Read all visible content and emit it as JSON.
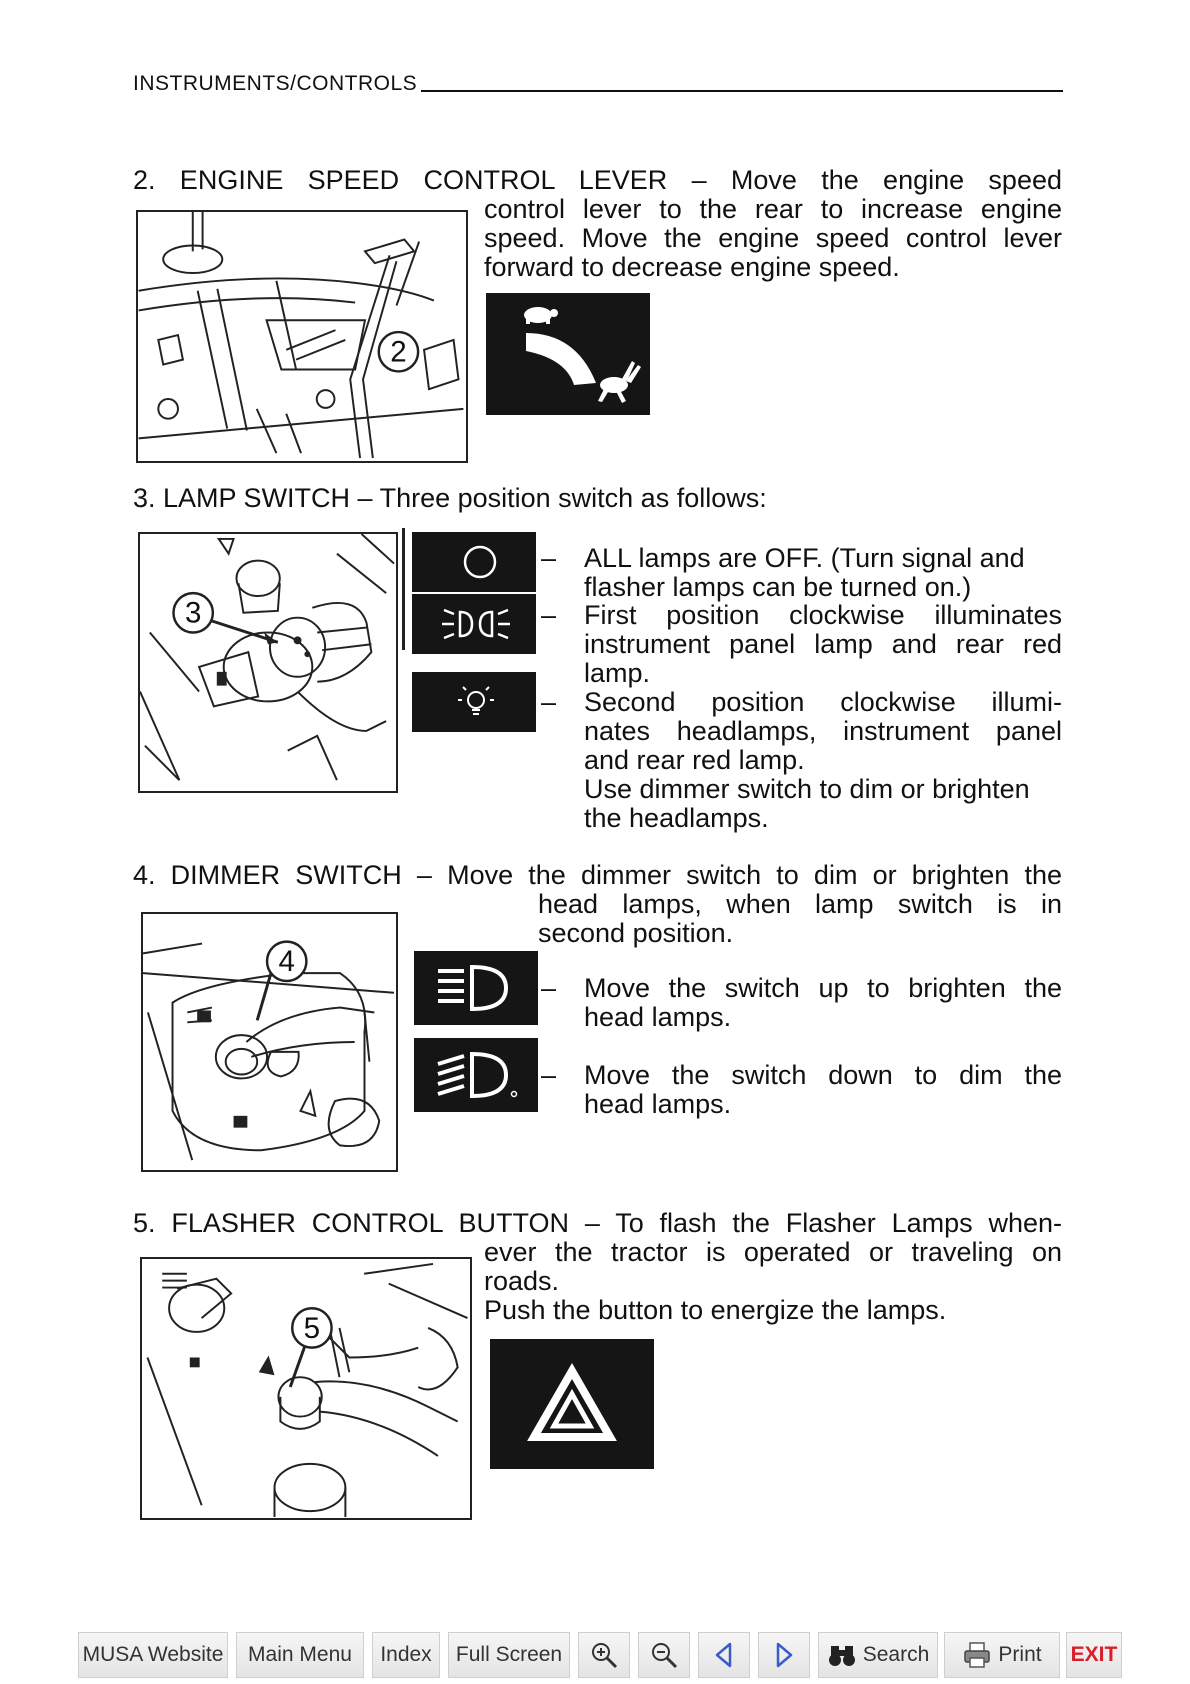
{
  "header": {
    "title": "INSTRUMENTS/CONTROLS"
  },
  "section2": {
    "line1": "2. ENGINE SPEED CONTROL LEVER – Move the engine speed",
    "lines": [
      "control lever to the rear to increase engine",
      "speed. Move the engine speed control lever",
      "forward to decrease engine speed."
    ],
    "callout": "2"
  },
  "section3": {
    "heading": "3. LAMP SWITCH – Three position switch as follows:",
    "callout": "3",
    "dash": "–",
    "positions": [
      {
        "icon": "off-circle-icon",
        "lines": [
          "ALL lamps are OFF. (Turn signal and",
          "flasher lamps can be turned on.)"
        ]
      },
      {
        "icon": "parking-lamps-icon",
        "lines": [
          "First position clockwise illuminates",
          "instrument panel lamp and rear red",
          "lamp."
        ]
      },
      {
        "icon": "lamp-bulb-icon",
        "lines": [
          "Second position clockwise illumi-",
          "nates headlamps, instrument panel",
          "and rear red lamp."
        ]
      }
    ],
    "note_lines": [
      "Use dimmer switch to dim or brighten",
      "the headlamps."
    ]
  },
  "section4": {
    "line1": "4. DIMMER SWITCH – Move the dimmer switch to dim or brighten the",
    "lines": [
      "head lamps, when lamp switch is in",
      "second position."
    ],
    "callout": "4",
    "dash": "–",
    "items": [
      {
        "icon": "high-beam-icon",
        "lines": [
          "Move the switch up to brighten the",
          "head lamps."
        ]
      },
      {
        "icon": "low-beam-icon",
        "lines": [
          "Move the switch down to dim the",
          "head lamps."
        ]
      }
    ]
  },
  "section5": {
    "line1": "5. FLASHER CONTROL BUTTON – To flash the Flasher Lamps when-",
    "lines": [
      "ever the tractor is operated or traveling on",
      "roads.",
      "Push the button to energize the lamps."
    ],
    "callout": "5"
  },
  "toolbar": {
    "musa_website": "MUSA Website",
    "main_menu": "Main Menu",
    "index": "Index",
    "full_screen": "Full Screen",
    "search": "Search",
    "print": "Print",
    "exit": "EXIT"
  }
}
